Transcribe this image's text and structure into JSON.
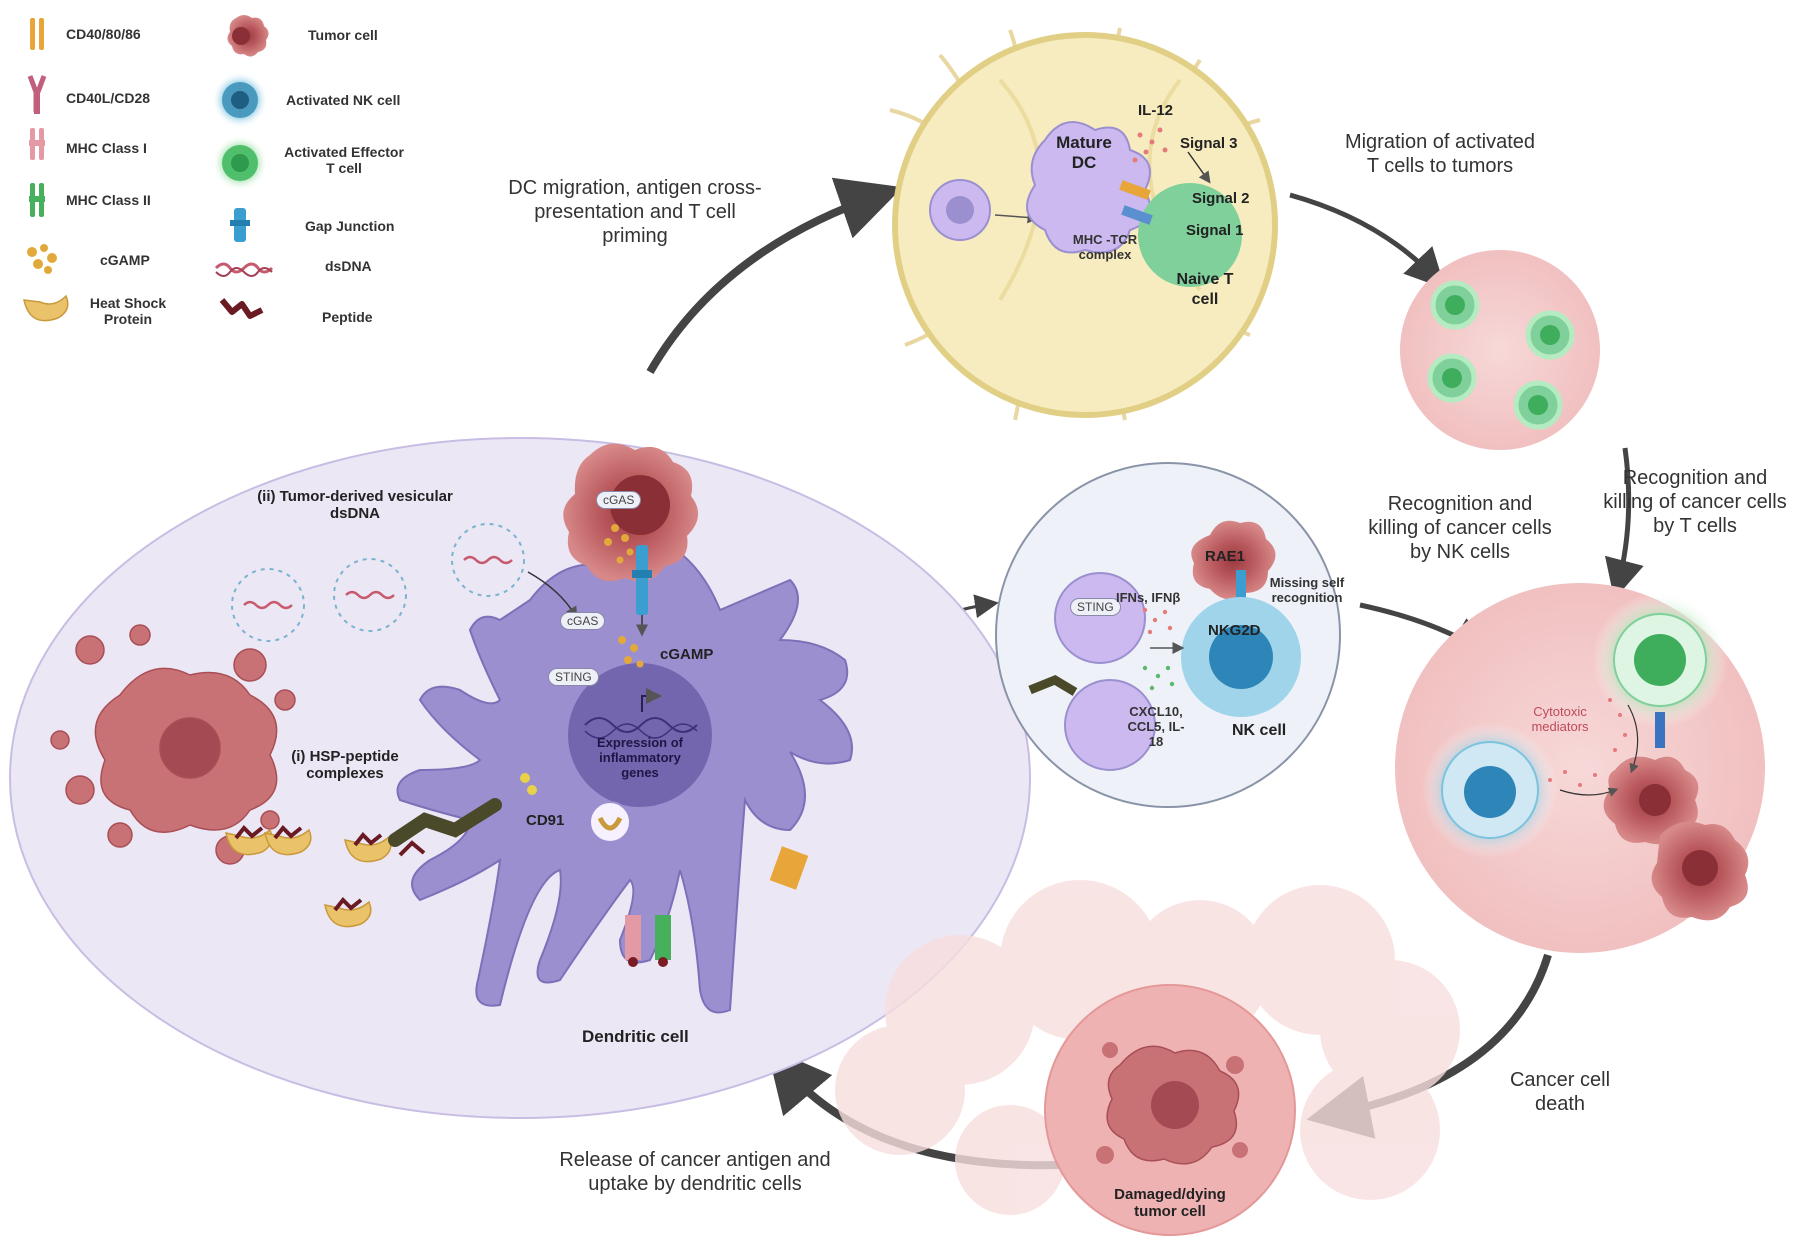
{
  "legend": {
    "items_left": [
      {
        "label": "CD40/80/86",
        "icon": "cd40-80-86-icon"
      },
      {
        "label": "CD40L/CD28",
        "icon": "cd40l-cd28-icon"
      },
      {
        "label": "MHC Class I",
        "icon": "mhc-class-i-icon"
      },
      {
        "label": "MHC Class II",
        "icon": "mhc-class-ii-icon"
      },
      {
        "label": "cGAMP",
        "icon": "cgamp-icon"
      },
      {
        "label": "Heat Shock Protein",
        "icon": "heat-shock-protein-icon"
      }
    ],
    "items_right": [
      {
        "label": "Tumor cell",
        "icon": "tumor-cell-icon"
      },
      {
        "label": "Activated NK cell",
        "icon": "activated-nk-cell-icon"
      },
      {
        "label": "Activated Effector T cell",
        "icon": "activated-effector-t-cell-icon"
      },
      {
        "label": "Gap Junction",
        "icon": "gap-junction-icon"
      },
      {
        "label": "dsDNA",
        "icon": "dsdna-icon"
      },
      {
        "label": "Peptide",
        "icon": "peptide-icon"
      }
    ]
  },
  "captions": {
    "dc_migration": "DC migration, antigen cross-presentation and T cell priming",
    "t_migration": "Migration of activated T cells to tumors",
    "t_killing": "Recognition and killing of cancer cells by T cells",
    "nk_killing": "Recognition and killing of cancer cells by NK cells",
    "cancer_death": "Cancer cell death",
    "release": "Release of cancer antigen and uptake by dendritic cells"
  },
  "lymph_node": {
    "il12": "IL-12",
    "signal3": "Signal 3",
    "mature_dc": "Mature DC",
    "signal2": "Signal 2",
    "signal1": "Signal 1",
    "mhc_tcr": "MHC -TCR complex",
    "naive_t": "Naive T cell"
  },
  "dc_panel": {
    "vesicular": "(ii) Tumor-derived vesicular dsDNA",
    "hsp": "(i) HSP-peptide complexes",
    "cgas_top": "cGAS",
    "cgas_mid": "cGAS",
    "sting": "STING",
    "cgamp": "cGAMP",
    "expression": "Expression of inflammatory genes",
    "cd91": "CD91",
    "dendritic": "Dendritic cell"
  },
  "nk_panel": {
    "rae1": "RAE1",
    "missing_self": "Missing self recognition",
    "sting": "STING",
    "ifns": "IFNs, IFNβ",
    "nkg2d": "NKG2D",
    "cytokines": "CXCL10, CCL5, IL-18",
    "nk_cell": "NK cell"
  },
  "kill_panel": {
    "cytotoxic": "Cytotoxic mediators"
  },
  "dying": {
    "label": "Damaged/dying tumor cell"
  },
  "colors": {
    "tumor": "#c2676a",
    "dc": "#9b8fd0",
    "dc_bg": "#ece7f5",
    "lymph": "#f6ecbf",
    "t_cell": "#6cc98a",
    "nk": "#4a9ac0",
    "pink_bg": "#f6d1d1",
    "arrow": "#444444"
  }
}
